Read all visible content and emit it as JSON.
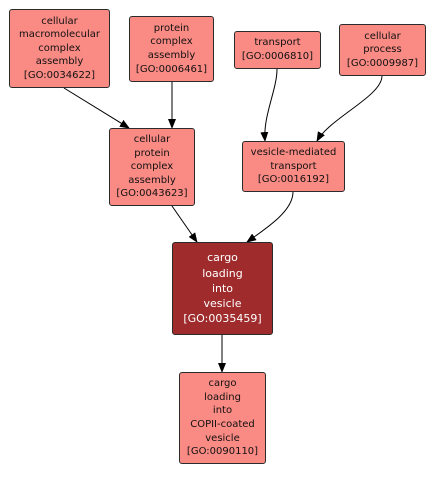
{
  "diagram": {
    "colors": {
      "node": "#fa8a84",
      "focus_node": "#9f2b2c",
      "edge": "#000000"
    },
    "nodes": [
      {
        "id": "n1",
        "label": "cellular\nmacromolecular\ncomplex\nassembly\n[GO:0034622]"
      },
      {
        "id": "n2",
        "label": "protein\ncomplex\nassembly\n[GO:0006461]"
      },
      {
        "id": "n3",
        "label": "transport\n[GO:0006810]"
      },
      {
        "id": "n4",
        "label": "cellular\nprocess\n[GO:0009987]"
      },
      {
        "id": "n5",
        "label": "cellular\nprotein\ncomplex\nassembly\n[GO:0043623]"
      },
      {
        "id": "n6",
        "label": "vesicle-mediated\ntransport\n[GO:0016192]"
      },
      {
        "id": "n7",
        "label": "cargo\nloading\ninto\nvesicle\n[GO:0035459]"
      },
      {
        "id": "n8",
        "label": "cargo\nloading\ninto\nCOPII-coated\nvesicle\n[GO:0090110]"
      }
    ],
    "edges": [
      {
        "from": "n1",
        "to": "n5"
      },
      {
        "from": "n2",
        "to": "n5"
      },
      {
        "from": "n3",
        "to": "n6"
      },
      {
        "from": "n4",
        "to": "n6"
      },
      {
        "from": "n5",
        "to": "n7"
      },
      {
        "from": "n6",
        "to": "n7"
      },
      {
        "from": "n7",
        "to": "n8"
      }
    ]
  }
}
